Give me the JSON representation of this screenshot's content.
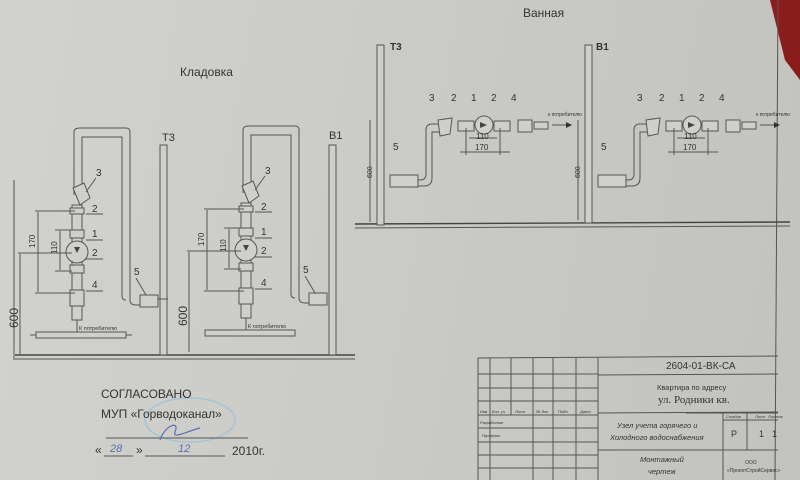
{
  "rooms": {
    "storage": "Кладовка",
    "bathroom": "Ванная"
  },
  "risers": {
    "hot": "Т3",
    "cold": "В1"
  },
  "callouts": {
    "meter": "1",
    "fitting": "2",
    "filter": "3",
    "check_valve": "4",
    "ball_valve": "5"
  },
  "dimensions": {
    "height": "600",
    "assembly": "170",
    "meter": "110"
  },
  "flow_label": "К потребителю",
  "flow_label_short": "к потребителю",
  "title_block": {
    "code": "2604-01-ВК-СА",
    "address_line1": "Квартира по адресу",
    "address_line2": "ул. Родники   кв.",
    "subject": "Узел учета горячего и Холодного водоснабжения",
    "subject_line1": "Узел учета горячего и",
    "subject_line2": "Холодного водоснабжения",
    "drawing_type_line1": "Монтажный",
    "drawing_type_line2": "чертеж",
    "stage_header": "Стадия",
    "sheet_header": "Лист",
    "sheets_header": "Листов",
    "stage": "Р",
    "sheet": "1",
    "sheets": "1",
    "org_line1": "ООО",
    "org_line2": "«ПроектСтройСервис»",
    "columns": [
      "Изм",
      "Кол. уч",
      "Лист",
      "№ док",
      "Подп.",
      "Дата"
    ],
    "developed": "Разработал",
    "checked": "Проверил"
  },
  "approval": {
    "title": "СОГЛАСОВАНО",
    "org": "МУП «Горводоканал»",
    "day": "28",
    "month": "12",
    "year": "2010г.",
    "quote_open": "«",
    "quote_close": "»"
  }
}
